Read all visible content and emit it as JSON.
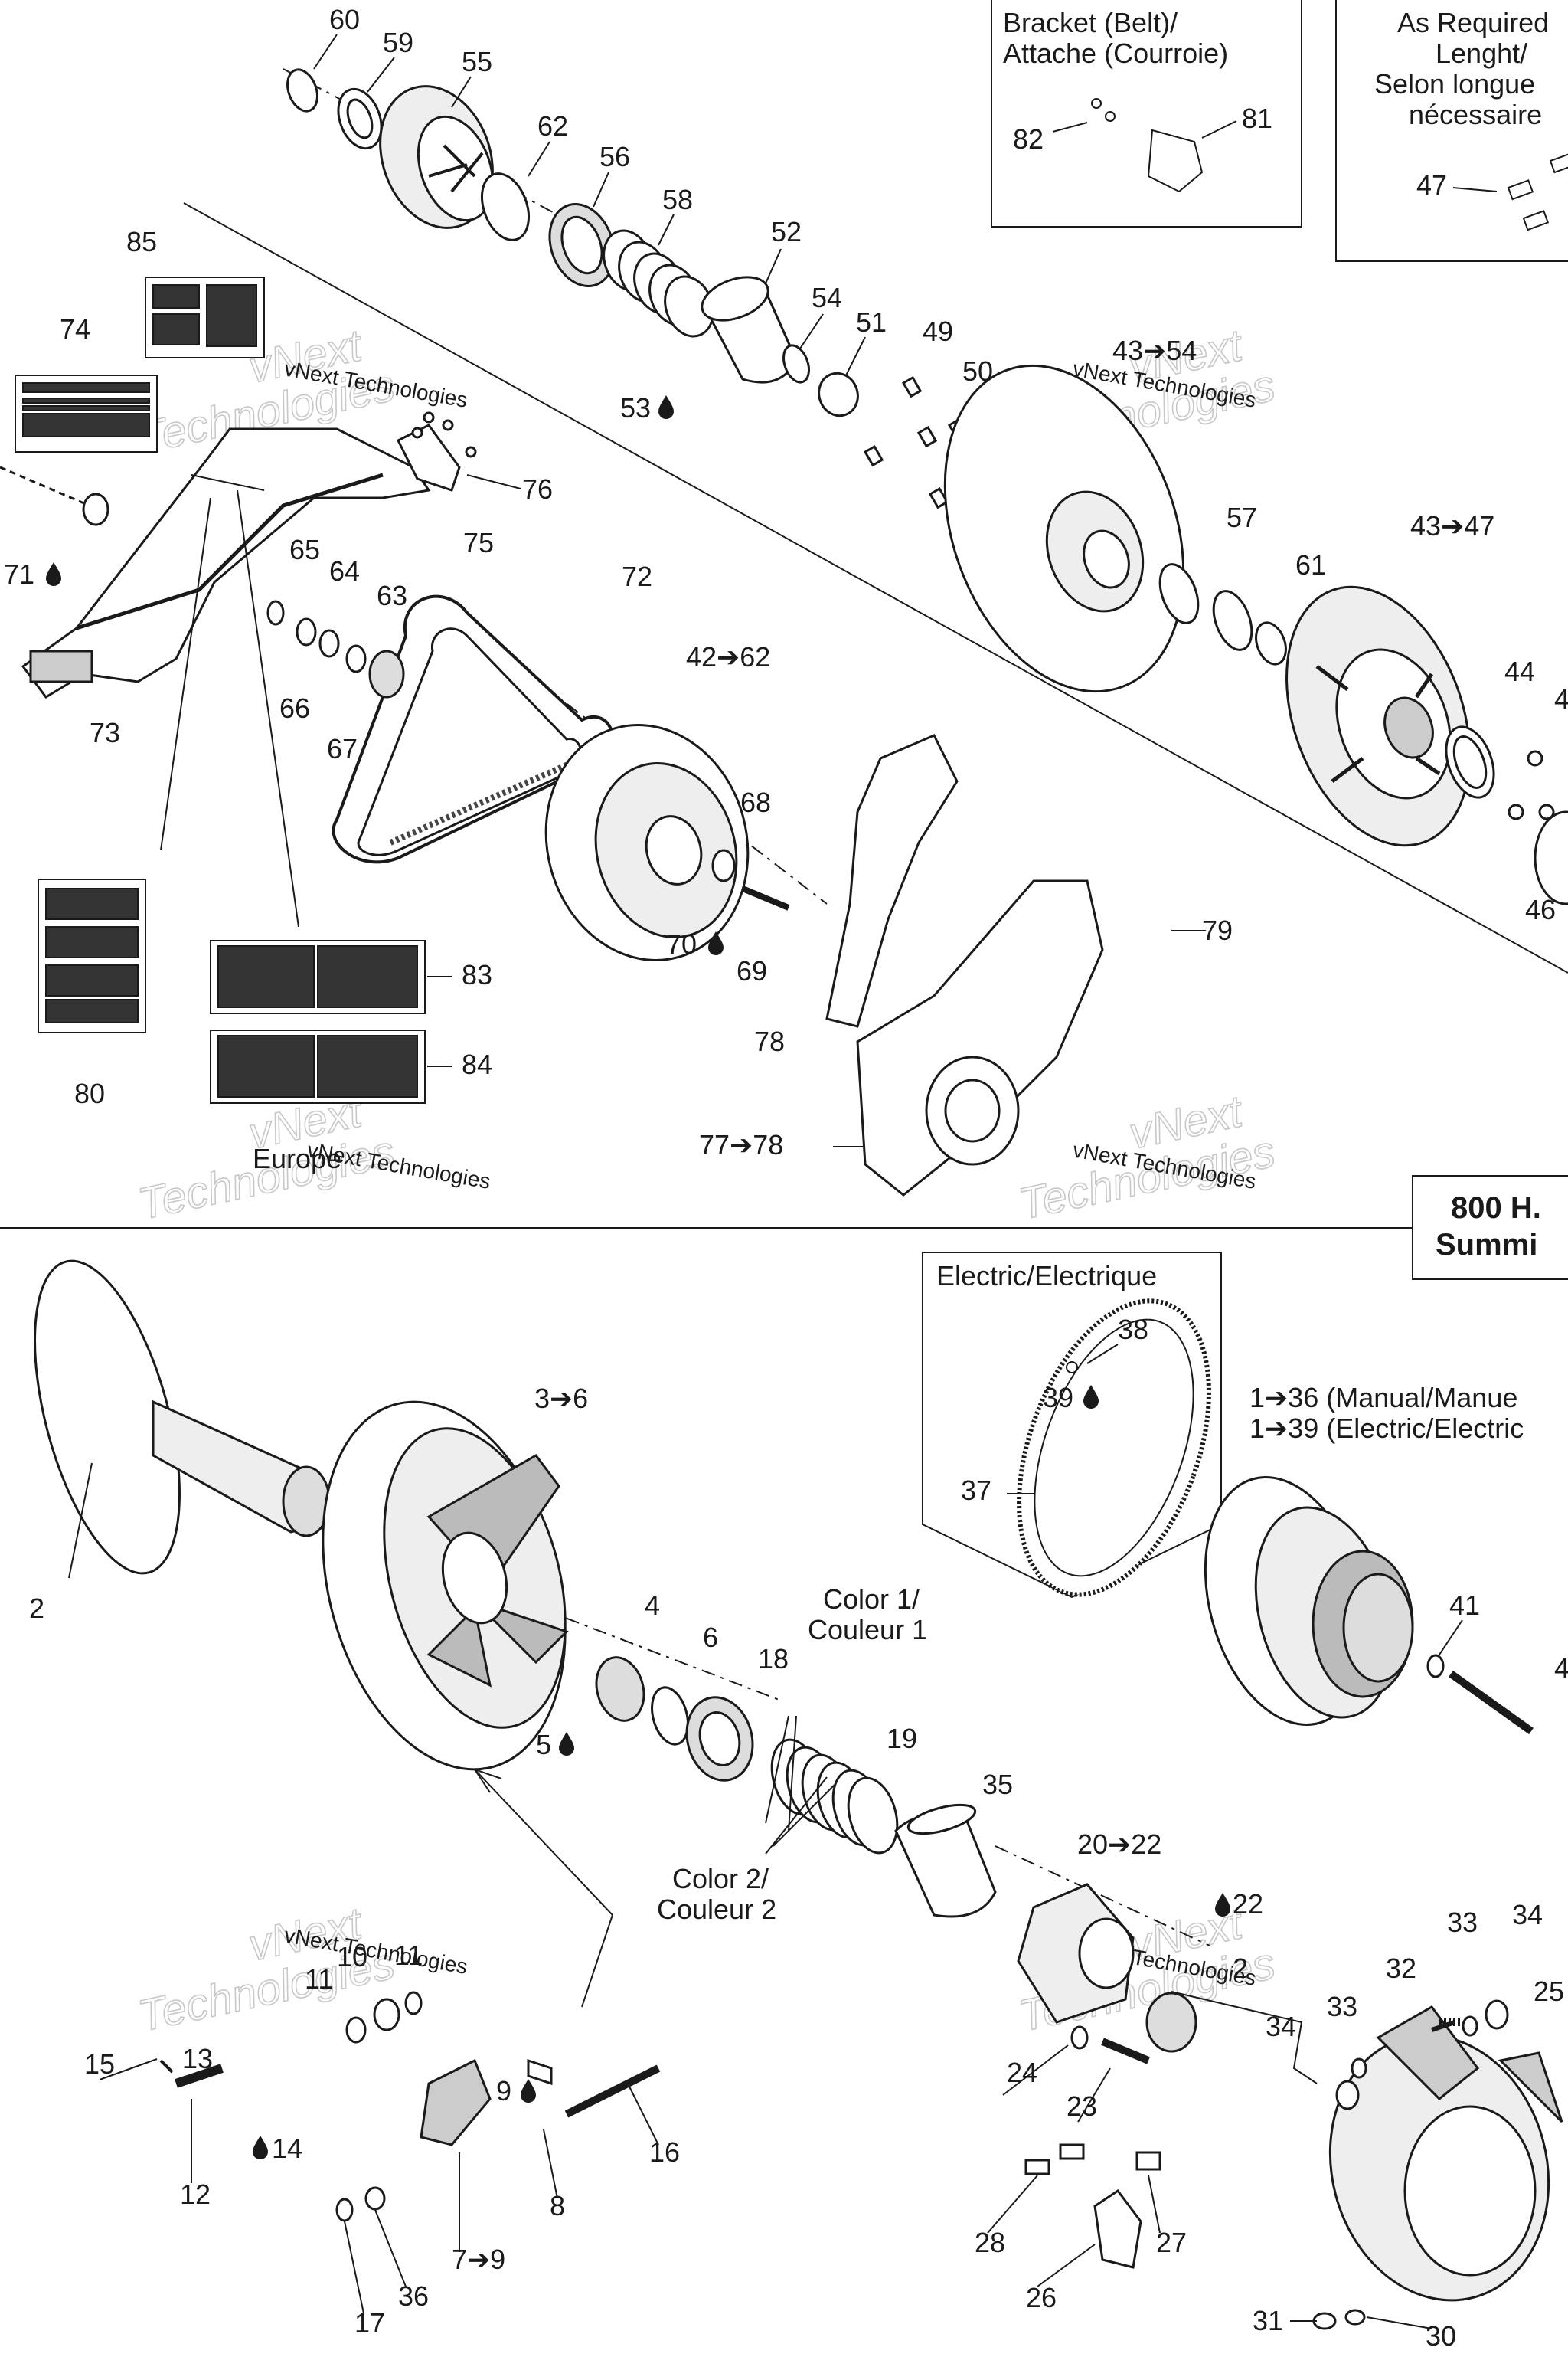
{
  "colors": {
    "ink": "#1a1a1a",
    "fill": "#ffffff",
    "shade": "#d8d8d8",
    "watermark": "#bdbdbd"
  },
  "watermark": {
    "line1": "vNext",
    "line2": "Technologies",
    "line3": "vNext Technologies"
  },
  "insets": {
    "bracket": {
      "line1": "Bracket (Belt)/",
      "line2": "Attache (Courroie)"
    },
    "as_required": {
      "line1": "As Required",
      "line2": "Lenght/",
      "line3": "Selon longue",
      "line4": "nécessaire"
    },
    "electric": {
      "title": "Electric/Electrique"
    },
    "model": {
      "line1": "800 H.",
      "line2": "Summi"
    }
  },
  "notes": {
    "europe": "Europe",
    "color1_a": "Color 1/",
    "color1_b": "Couleur 1",
    "color2_a": "Color 2/",
    "color2_b": "Couleur 2",
    "range_manual": "1➔36 (Manual/Manue",
    "range_electric": "1➔39 (Electric/Electric"
  },
  "callouts": {
    "c60": "60",
    "c59": "59",
    "c55": "55",
    "c62": "62",
    "c56": "56",
    "c58": "58",
    "c52": "52",
    "c54": "54",
    "c51": "51",
    "c53": "53",
    "c49": "49",
    "c50": "50",
    "c85": "85",
    "c74": "74",
    "c76": "76",
    "c75": "75",
    "c71": "71",
    "c65": "65",
    "c64": "64",
    "c63": "63",
    "c66": "66",
    "c67": "67",
    "c73": "73",
    "c72": "72",
    "c4354": "43➔54",
    "c57": "57",
    "c61": "61",
    "c4347": "43➔47",
    "c44": "44",
    "c4": "4",
    "c46": "46",
    "c4262": "42➔62",
    "c68": "68",
    "c70": "70",
    "c69": "69",
    "c79": "79",
    "c78": "78",
    "c7778": "77➔78",
    "c80": "80",
    "c83": "83",
    "c84": "84",
    "c82": "82",
    "c81": "81",
    "c47": "47",
    "c38": "38",
    "c39": "39",
    "c37": "37",
    "c36": "36",
    "c41": "41",
    "c4r": "4",
    "c2": "2",
    "c36b": "3➔6",
    "c4b": "4",
    "c6": "6",
    "c18": "18",
    "c5": "5",
    "c19": "19",
    "c35": "35",
    "c2022": "20➔22",
    "c22": "22",
    "c2x": "2",
    "c33": "33",
    "c34": "34",
    "c32": "32",
    "c25": "25",
    "c34b": "34",
    "c33b": "33",
    "c24": "24",
    "c23": "23",
    "c11": "11",
    "c10": "10",
    "c11b": "11",
    "c15": "15",
    "c13": "13",
    "c14": "14",
    "c12": "12",
    "c9": "9",
    "c16": "16",
    "c8": "8",
    "c79b": "7➔9",
    "c17": "17",
    "c36c": "36",
    "c28": "28",
    "c27": "27",
    "c26": "26",
    "c31": "31",
    "c30": "30"
  }
}
